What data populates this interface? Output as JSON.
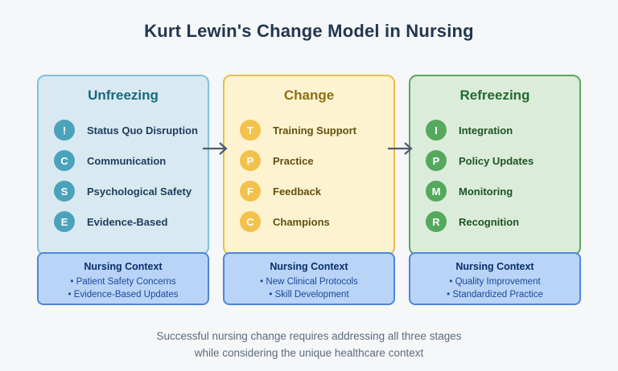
{
  "title": "Kurt Lewin's Change Model in Nursing",
  "stages": [
    {
      "name": "Unfreezing",
      "theme": "blue",
      "items": [
        {
          "letter": "!",
          "label": "Status Quo Disruption"
        },
        {
          "letter": "C",
          "label": "Communication"
        },
        {
          "letter": "S",
          "label": "Psychological Safety"
        },
        {
          "letter": "E",
          "label": "Evidence-Based"
        }
      ],
      "context": {
        "title": "Nursing Context",
        "bullets": [
          "Patient Safety Concerns",
          "Evidence-Based Updates"
        ]
      }
    },
    {
      "name": "Change",
      "theme": "yellow",
      "items": [
        {
          "letter": "T",
          "label": "Training Support"
        },
        {
          "letter": "P",
          "label": "Practice"
        },
        {
          "letter": "F",
          "label": "Feedback"
        },
        {
          "letter": "C",
          "label": "Champions"
        }
      ],
      "context": {
        "title": "Nursing Context",
        "bullets": [
          "New Clinical Protocols",
          "Skill Development"
        ]
      }
    },
    {
      "name": "Refreezing",
      "theme": "green",
      "items": [
        {
          "letter": "I",
          "label": "Integration"
        },
        {
          "letter": "P",
          "label": "Policy Updates"
        },
        {
          "letter": "M",
          "label": "Monitoring"
        },
        {
          "letter": "R",
          "label": "Recognition"
        }
      ],
      "context": {
        "title": "Nursing Context",
        "bullets": [
          "Quality Improvement",
          "Standardized Practice"
        ]
      }
    }
  ],
  "footer": {
    "line1": "Successful nursing change requires addressing all three stages",
    "line2": "while considering the unique healthcare context"
  },
  "colors": {
    "page_background": "#f5f7f9",
    "title_text": "#22374f",
    "unfreezing_fill": "#d9e9f1",
    "unfreezing_border": "#82c1db",
    "unfreezing_accent": "#4aa3ba",
    "change_fill": "#fdf3d1",
    "change_border": "#eebb45",
    "change_accent": "#f3c24d",
    "refreezing_fill": "#dcecdb",
    "refreezing_border": "#5aa85e",
    "refreezing_accent": "#54a95c",
    "context_fill": "#b9d4f7",
    "context_border": "#4f86d8",
    "arrow": "#4e5c6d",
    "footer_text": "#5d6b7c"
  }
}
